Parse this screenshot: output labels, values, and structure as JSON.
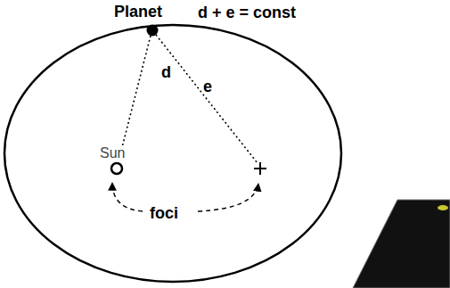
{
  "diagram": {
    "labels": [
      "Planet",
      "d + e = const",
      "d",
      "e",
      "Sun",
      "foci"
    ]
  }
}
